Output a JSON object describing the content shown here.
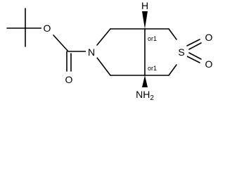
{
  "molecule": {
    "atoms": {
      "o_ester": "O",
      "o_carbonyl": "O",
      "n_ring": "N",
      "s_ring": "S",
      "o_sulfonyl_1": "O",
      "o_sulfonyl_2": "O",
      "h_stereo": "H",
      "nh2": "NH2"
    },
    "stereo_labels": {
      "top": "or1",
      "bottom": "or1"
    }
  }
}
